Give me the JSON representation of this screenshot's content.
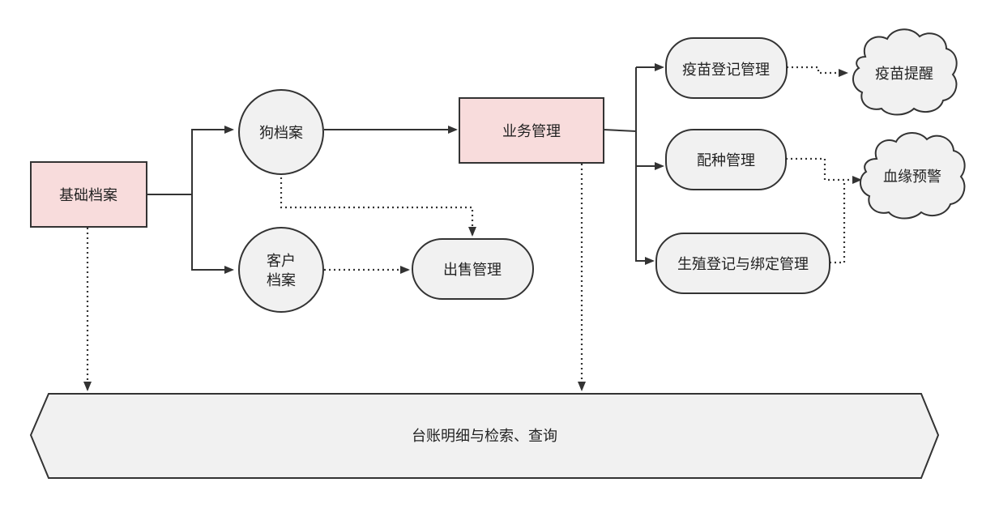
{
  "nodes": {
    "basic_archive": "基础档案",
    "dog_archive": "狗档案",
    "customer_archive_line1": "客户",
    "customer_archive_line2": "档案",
    "business_management": "业务管理",
    "sales_management": "出售管理",
    "vaccine_registration": "疫苗登记管理",
    "vaccine_reminder": "疫苗提醒",
    "breeding_management": "配种管理",
    "bloodline_warning": "血缘预警",
    "reproduction_registration": "生殖登记与绑定管理",
    "ledger_query": "台账明细与检索、查询"
  },
  "colors": {
    "pink_fill": "#f8dcdc",
    "grey_fill": "#f1f1f1",
    "stroke": "#333333"
  }
}
